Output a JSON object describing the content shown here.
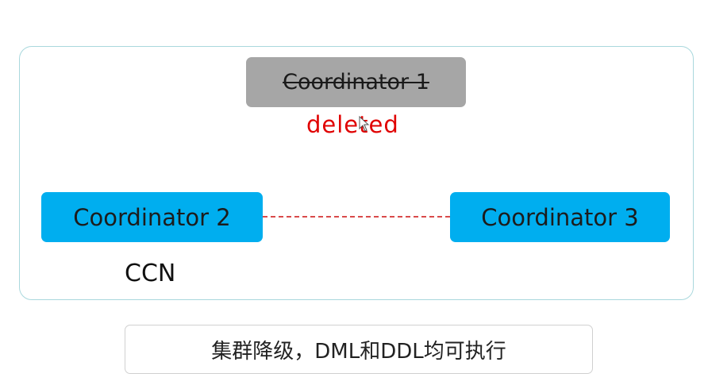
{
  "diagram": {
    "nodes": [
      {
        "id": "coordinator-1",
        "label": "Coordinator 1",
        "state": "deleted",
        "color": "#a6a6a6"
      },
      {
        "id": "coordinator-2",
        "label": "Coordinator 2",
        "state": "active",
        "color": "#00aeef"
      },
      {
        "id": "coordinator-3",
        "label": "Coordinator 3",
        "state": "active",
        "color": "#00aeef"
      }
    ],
    "deleted_label": "deleted",
    "ccn_label": "CCN",
    "link": {
      "from": "coordinator-2",
      "to": "coordinator-3",
      "style": "dashed",
      "color": "#d94a4a"
    },
    "caption": "集群降级，DML和DDL均可执行"
  },
  "colors": {
    "cluster_border": "#a9d8dd",
    "deleted_text": "#e00000"
  }
}
